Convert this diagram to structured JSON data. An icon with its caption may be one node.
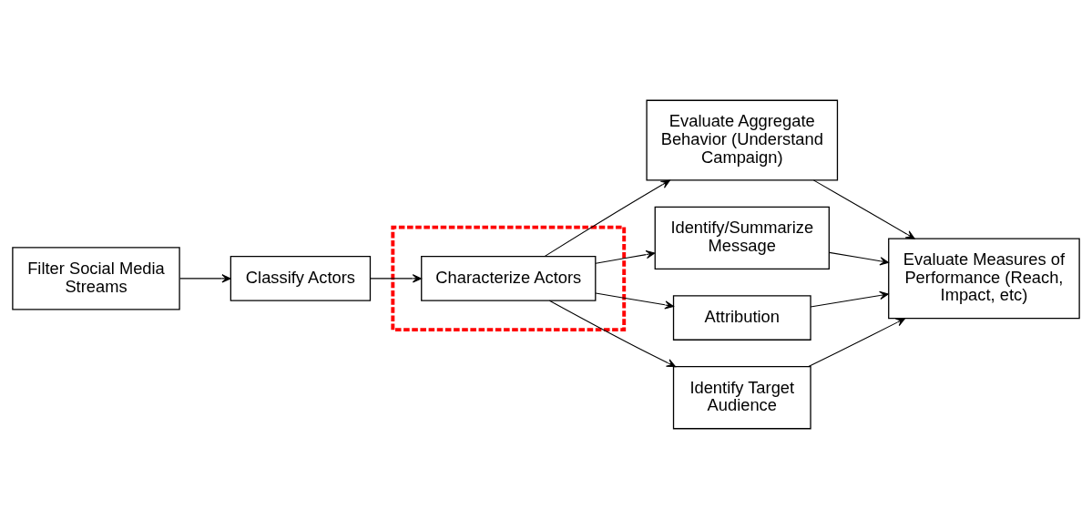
{
  "diagram": {
    "nodes": [
      {
        "text": [
          "Filter Social Media Streams"
        ]
      },
      {
        "text": [
          "Classify Actors"
        ]
      },
      {
        "text": [],
        "shape": "box"
      },
      {
        "text": [
          "Characterize Actors"
        ],
        "in": 2
      },
      {
        "text": [
          "Evaluate Aggregate Behavior (Understand Campaign)"
        ]
      },
      {
        "text": [
          "Identify/Summarize Message"
        ]
      },
      {
        "text": [
          "Attribution"
        ]
      },
      {
        "text": [
          "Identify Target Audience"
        ]
      },
      {
        "text": [
          "Evaluate Measures of Performance (Reach, Impact, etc)"
        ]
      }
    ],
    "edges": [
      {
        "from": 0,
        "to": 1,
        "arrow": "to"
      },
      {
        "from": 1,
        "to": 3,
        "arrow": "to"
      },
      {
        "from": 3,
        "to": 4,
        "arrow": "to"
      },
      {
        "from": 3,
        "to": 5,
        "arrow": "to"
      },
      {
        "from": 3,
        "to": 6,
        "arrow": "to"
      },
      {
        "from": 3,
        "to": 7,
        "arrow": "to"
      },
      {
        "from": 4,
        "to": 8,
        "arrow": "to"
      },
      {
        "from": 5,
        "to": 8,
        "arrow": "to"
      },
      {
        "from": 6,
        "to": 8,
        "arrow": "to"
      },
      {
        "from": 7,
        "to": 8,
        "arrow": "to"
      }
    ]
  }
}
